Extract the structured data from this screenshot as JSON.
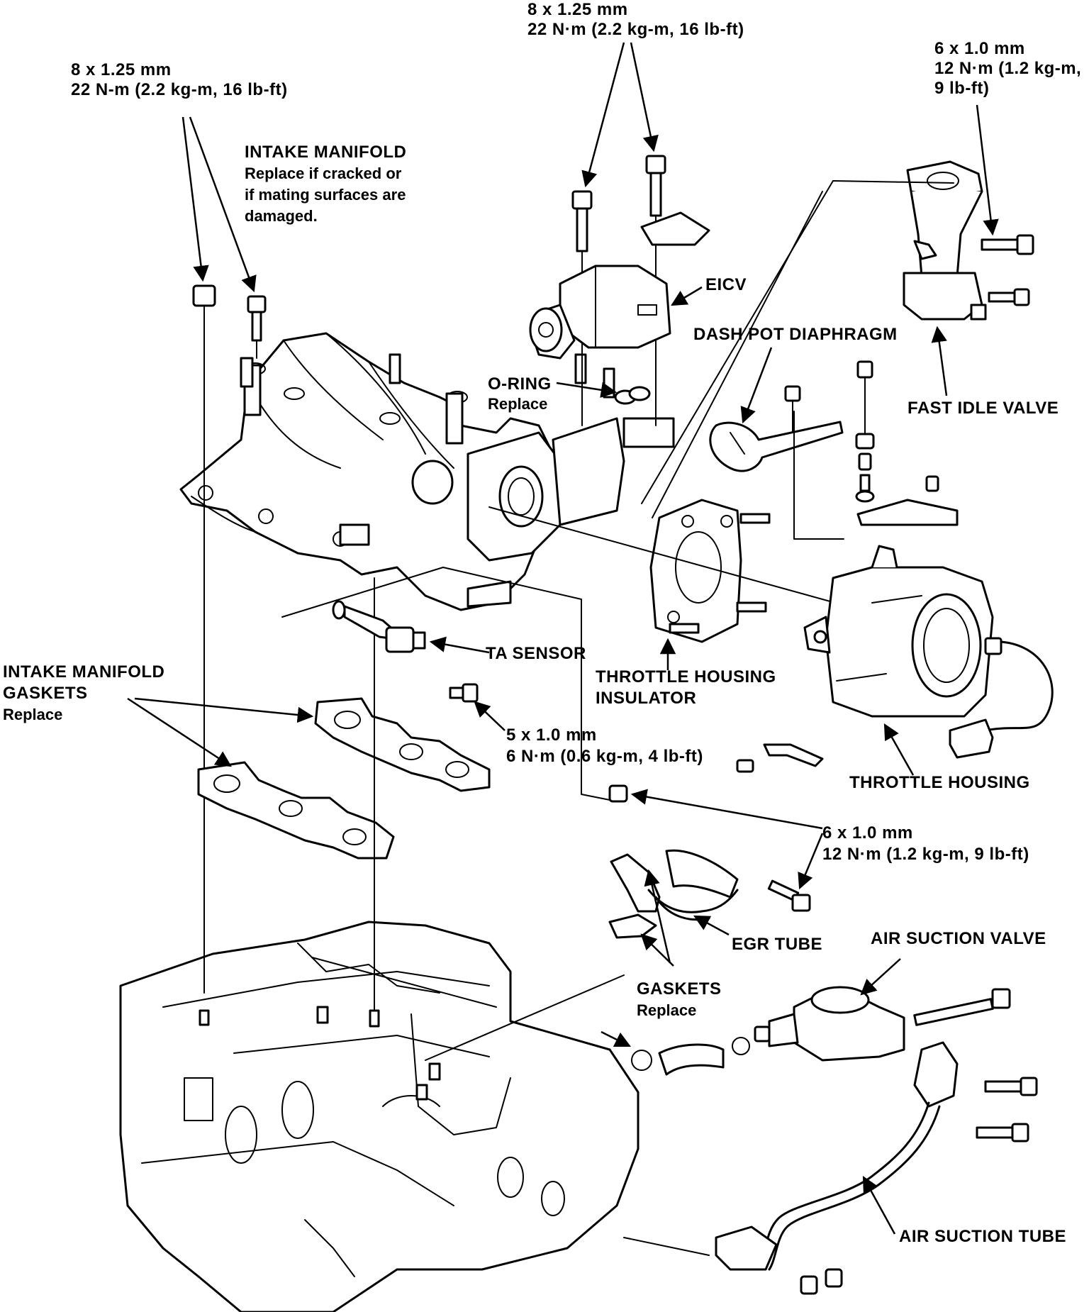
{
  "labels": {
    "bolt_top_center": {
      "line1": "8 x 1.25 mm",
      "line2": "22 N·m (2.2 kg-m, 16 lb-ft)"
    },
    "bolt_top_left": {
      "line1": "8 x 1.25 mm",
      "line2": "22 N-m (2.2 kg-m, 16 lb-ft)"
    },
    "bolt_top_right": {
      "line1": "6 x 1.0 mm",
      "line2": "12 N·m (1.2 kg-m,",
      "line3": "9 lb-ft)"
    },
    "intake_manifold": {
      "line1": "INTAKE MANIFOLD",
      "line2": "Replace if cracked or",
      "line3": "if mating surfaces are",
      "line4": "damaged."
    },
    "eicv": "EICV",
    "dash_pot_diaphragm": "DASH POT DIAPHRAGM",
    "o_ring": {
      "line1": "O-RING",
      "line2": "Replace"
    },
    "fast_idle_valve": "FAST IDLE VALVE",
    "ta_sensor": "TA SENSOR",
    "throttle_housing_insulator": {
      "line1": "THROTTLE HOUSING",
      "line2": "INSULATOR"
    },
    "intake_manifold_gaskets": {
      "line1": "INTAKE MANIFOLD",
      "line2": "GASKETS",
      "line3": "Replace"
    },
    "bolt_ta_sensor": {
      "line1": "5 x 1.0 mm",
      "line2": "6 N·m (0.6 kg-m, 4 lb-ft)"
    },
    "throttle_housing": "THROTTLE HOUSING",
    "bolt_egr": {
      "line1": "6 x 1.0 mm",
      "line2": "12 N·m (1.2 kg-m, 9 lb-ft)"
    },
    "egr_tube": "EGR TUBE",
    "air_suction_valve": "AIR SUCTION VALVE",
    "gaskets_egr": {
      "line1": "GASKETS",
      "line2": "Replace"
    },
    "air_suction_tube": "AIR SUCTION TUBE"
  }
}
